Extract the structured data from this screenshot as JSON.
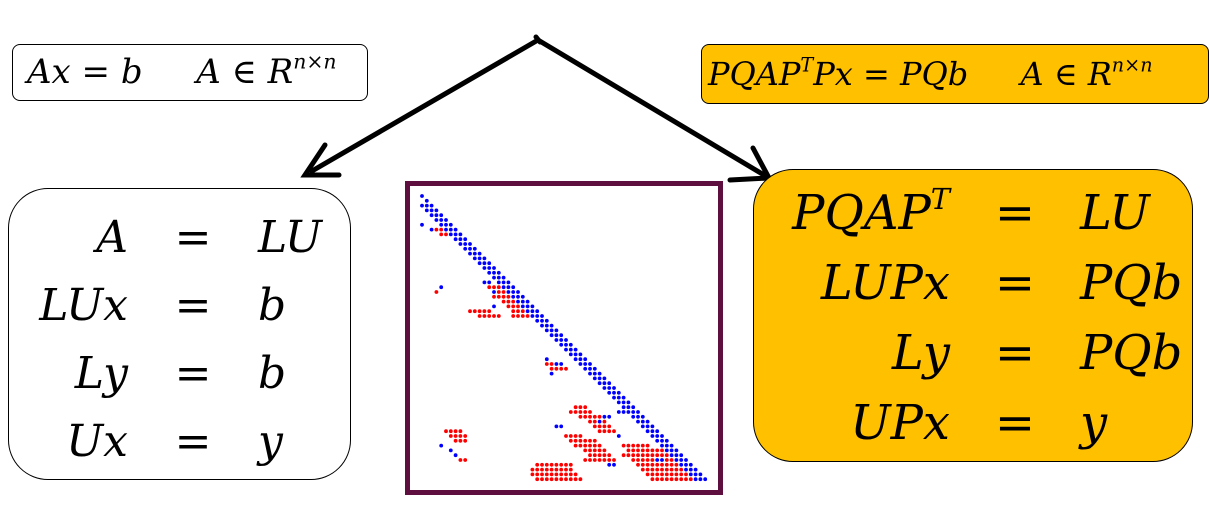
{
  "top_left_equation": {
    "lhs": "Ax",
    "eq": "=",
    "rhs": "b",
    "domain": "A ∈ R",
    "domain_exp": "n×n"
  },
  "top_right_equation": {
    "lhs": "PQAP",
    "lhs_sup": "T",
    "lhs_tail": "Px",
    "eq": "=",
    "rhs": "PQb",
    "domain": "A ∈ R",
    "domain_exp": "n×n"
  },
  "left_steps": [
    {
      "lhs": "A",
      "op": "=",
      "rhs": "LU"
    },
    {
      "lhs": "LUx",
      "op": "=",
      "rhs": "b"
    },
    {
      "lhs": "Ly",
      "op": "=",
      "rhs": "b"
    },
    {
      "lhs": "Ux",
      "op": "=",
      "rhs": "y"
    }
  ],
  "right_steps": [
    {
      "lhs": "PQAP",
      "lhs_sup": "T",
      "op": "=",
      "rhs": "LU"
    },
    {
      "lhs": "LUPx",
      "lhs_sup": "",
      "op": "=",
      "rhs": "PQb"
    },
    {
      "lhs": "Ly",
      "lhs_sup": "",
      "op": "=",
      "rhs": "PQb"
    },
    {
      "lhs": "UPx",
      "lhs_sup": "",
      "op": "=",
      "rhs": "y"
    }
  ],
  "colors": {
    "highlight": "#FFC000",
    "frame": "#5F0F3F",
    "original_nonzero": "#0000FF",
    "fill_in": "#FF0000"
  },
  "sparsity": {
    "size": 60,
    "original_blocks": [
      [
        2,
        0,
        2
      ],
      [
        3,
        1,
        3
      ],
      [
        4,
        2,
        4
      ],
      [
        5,
        3,
        5
      ],
      [
        6,
        4,
        6
      ],
      [
        7,
        5,
        7
      ],
      [
        8,
        6,
        8
      ],
      [
        6,
        0,
        0
      ],
      [
        7,
        2,
        2
      ],
      [
        9,
        7,
        9
      ],
      [
        10,
        8,
        10
      ],
      [
        11,
        9,
        11
      ],
      [
        12,
        10,
        12
      ],
      [
        13,
        11,
        13
      ],
      [
        14,
        12,
        14
      ],
      [
        15,
        13,
        15
      ],
      [
        16,
        14,
        16
      ],
      [
        17,
        15,
        17
      ],
      [
        18,
        16,
        18
      ],
      [
        19,
        17,
        19
      ],
      [
        20,
        18,
        20
      ],
      [
        21,
        19,
        21
      ],
      [
        22,
        20,
        22
      ],
      [
        23,
        21,
        23
      ],
      [
        24,
        22,
        24
      ],
      [
        20,
        15,
        15
      ],
      [
        23,
        15,
        15
      ],
      [
        18,
        13,
        14
      ],
      [
        19,
        4,
        4
      ],
      [
        25,
        23,
        25
      ],
      [
        26,
        24,
        26
      ],
      [
        27,
        25,
        27
      ],
      [
        28,
        26,
        28
      ],
      [
        29,
        27,
        29
      ],
      [
        30,
        28,
        30
      ],
      [
        31,
        29,
        31
      ],
      [
        32,
        30,
        32
      ],
      [
        33,
        31,
        33
      ],
      [
        34,
        32,
        34
      ],
      [
        35,
        33,
        35
      ],
      [
        36,
        34,
        36
      ],
      [
        37,
        35,
        37
      ],
      [
        38,
        36,
        38
      ],
      [
        39,
        37,
        39
      ],
      [
        40,
        38,
        40
      ],
      [
        34,
        26,
        26
      ],
      [
        35,
        28,
        29
      ],
      [
        37,
        27,
        27
      ],
      [
        41,
        39,
        41
      ],
      [
        42,
        40,
        42
      ],
      [
        43,
        41,
        43
      ],
      [
        44,
        42,
        44
      ],
      [
        45,
        43,
        45
      ],
      [
        46,
        44,
        46
      ],
      [
        47,
        45,
        47
      ],
      [
        48,
        46,
        48
      ],
      [
        49,
        47,
        49
      ],
      [
        50,
        48,
        50
      ],
      [
        51,
        49,
        51
      ],
      [
        52,
        50,
        52
      ],
      [
        53,
        51,
        53
      ],
      [
        54,
        52,
        54
      ],
      [
        55,
        53,
        55
      ],
      [
        56,
        54,
        56
      ],
      [
        57,
        55,
        57
      ],
      [
        58,
        56,
        58
      ],
      [
        59,
        57,
        59
      ],
      [
        45,
        41,
        42
      ],
      [
        46,
        38,
        39
      ],
      [
        47,
        37,
        37
      ],
      [
        48,
        28,
        29
      ],
      [
        52,
        4,
        4
      ],
      [
        53,
        6,
        6
      ],
      [
        54,
        7,
        7
      ],
      [
        50,
        41,
        41
      ],
      [
        56,
        39,
        40
      ],
      [
        55,
        49,
        50
      ]
    ],
    "fill_blocks": [
      [
        7,
        3,
        6
      ],
      [
        8,
        4,
        7
      ],
      [
        19,
        14,
        16
      ],
      [
        20,
        16,
        19
      ],
      [
        20,
        3,
        3
      ],
      [
        24,
        10,
        14
      ],
      [
        25,
        12,
        16
      ],
      [
        21,
        15,
        18
      ],
      [
        22,
        17,
        19
      ],
      [
        23,
        18,
        21
      ],
      [
        24,
        19,
        22
      ],
      [
        25,
        19,
        23
      ],
      [
        35,
        26,
        28
      ],
      [
        36,
        27,
        30
      ],
      [
        44,
        32,
        34
      ],
      [
        45,
        31,
        35
      ],
      [
        46,
        33,
        37
      ],
      [
        47,
        35,
        38
      ],
      [
        48,
        36,
        39
      ],
      [
        49,
        37,
        40
      ],
      [
        50,
        30,
        33
      ],
      [
        51,
        31,
        36
      ],
      [
        52,
        32,
        37
      ],
      [
        49,
        5,
        8
      ],
      [
        50,
        6,
        9
      ],
      [
        51,
        7,
        9
      ],
      [
        52,
        42,
        47
      ],
      [
        53,
        43,
        50
      ],
      [
        54,
        42,
        51
      ],
      [
        55,
        44,
        52
      ],
      [
        56,
        45,
        54
      ],
      [
        57,
        46,
        55
      ],
      [
        58,
        47,
        56
      ],
      [
        59,
        48,
        57
      ],
      [
        53,
        34,
        38
      ],
      [
        54,
        35,
        39
      ],
      [
        55,
        34,
        40
      ],
      [
        56,
        24,
        31
      ],
      [
        57,
        23,
        31
      ],
      [
        58,
        23,
        32
      ],
      [
        59,
        24,
        33
      ],
      [
        55,
        8,
        9
      ],
      [
        54,
        36,
        38
      ]
    ]
  }
}
